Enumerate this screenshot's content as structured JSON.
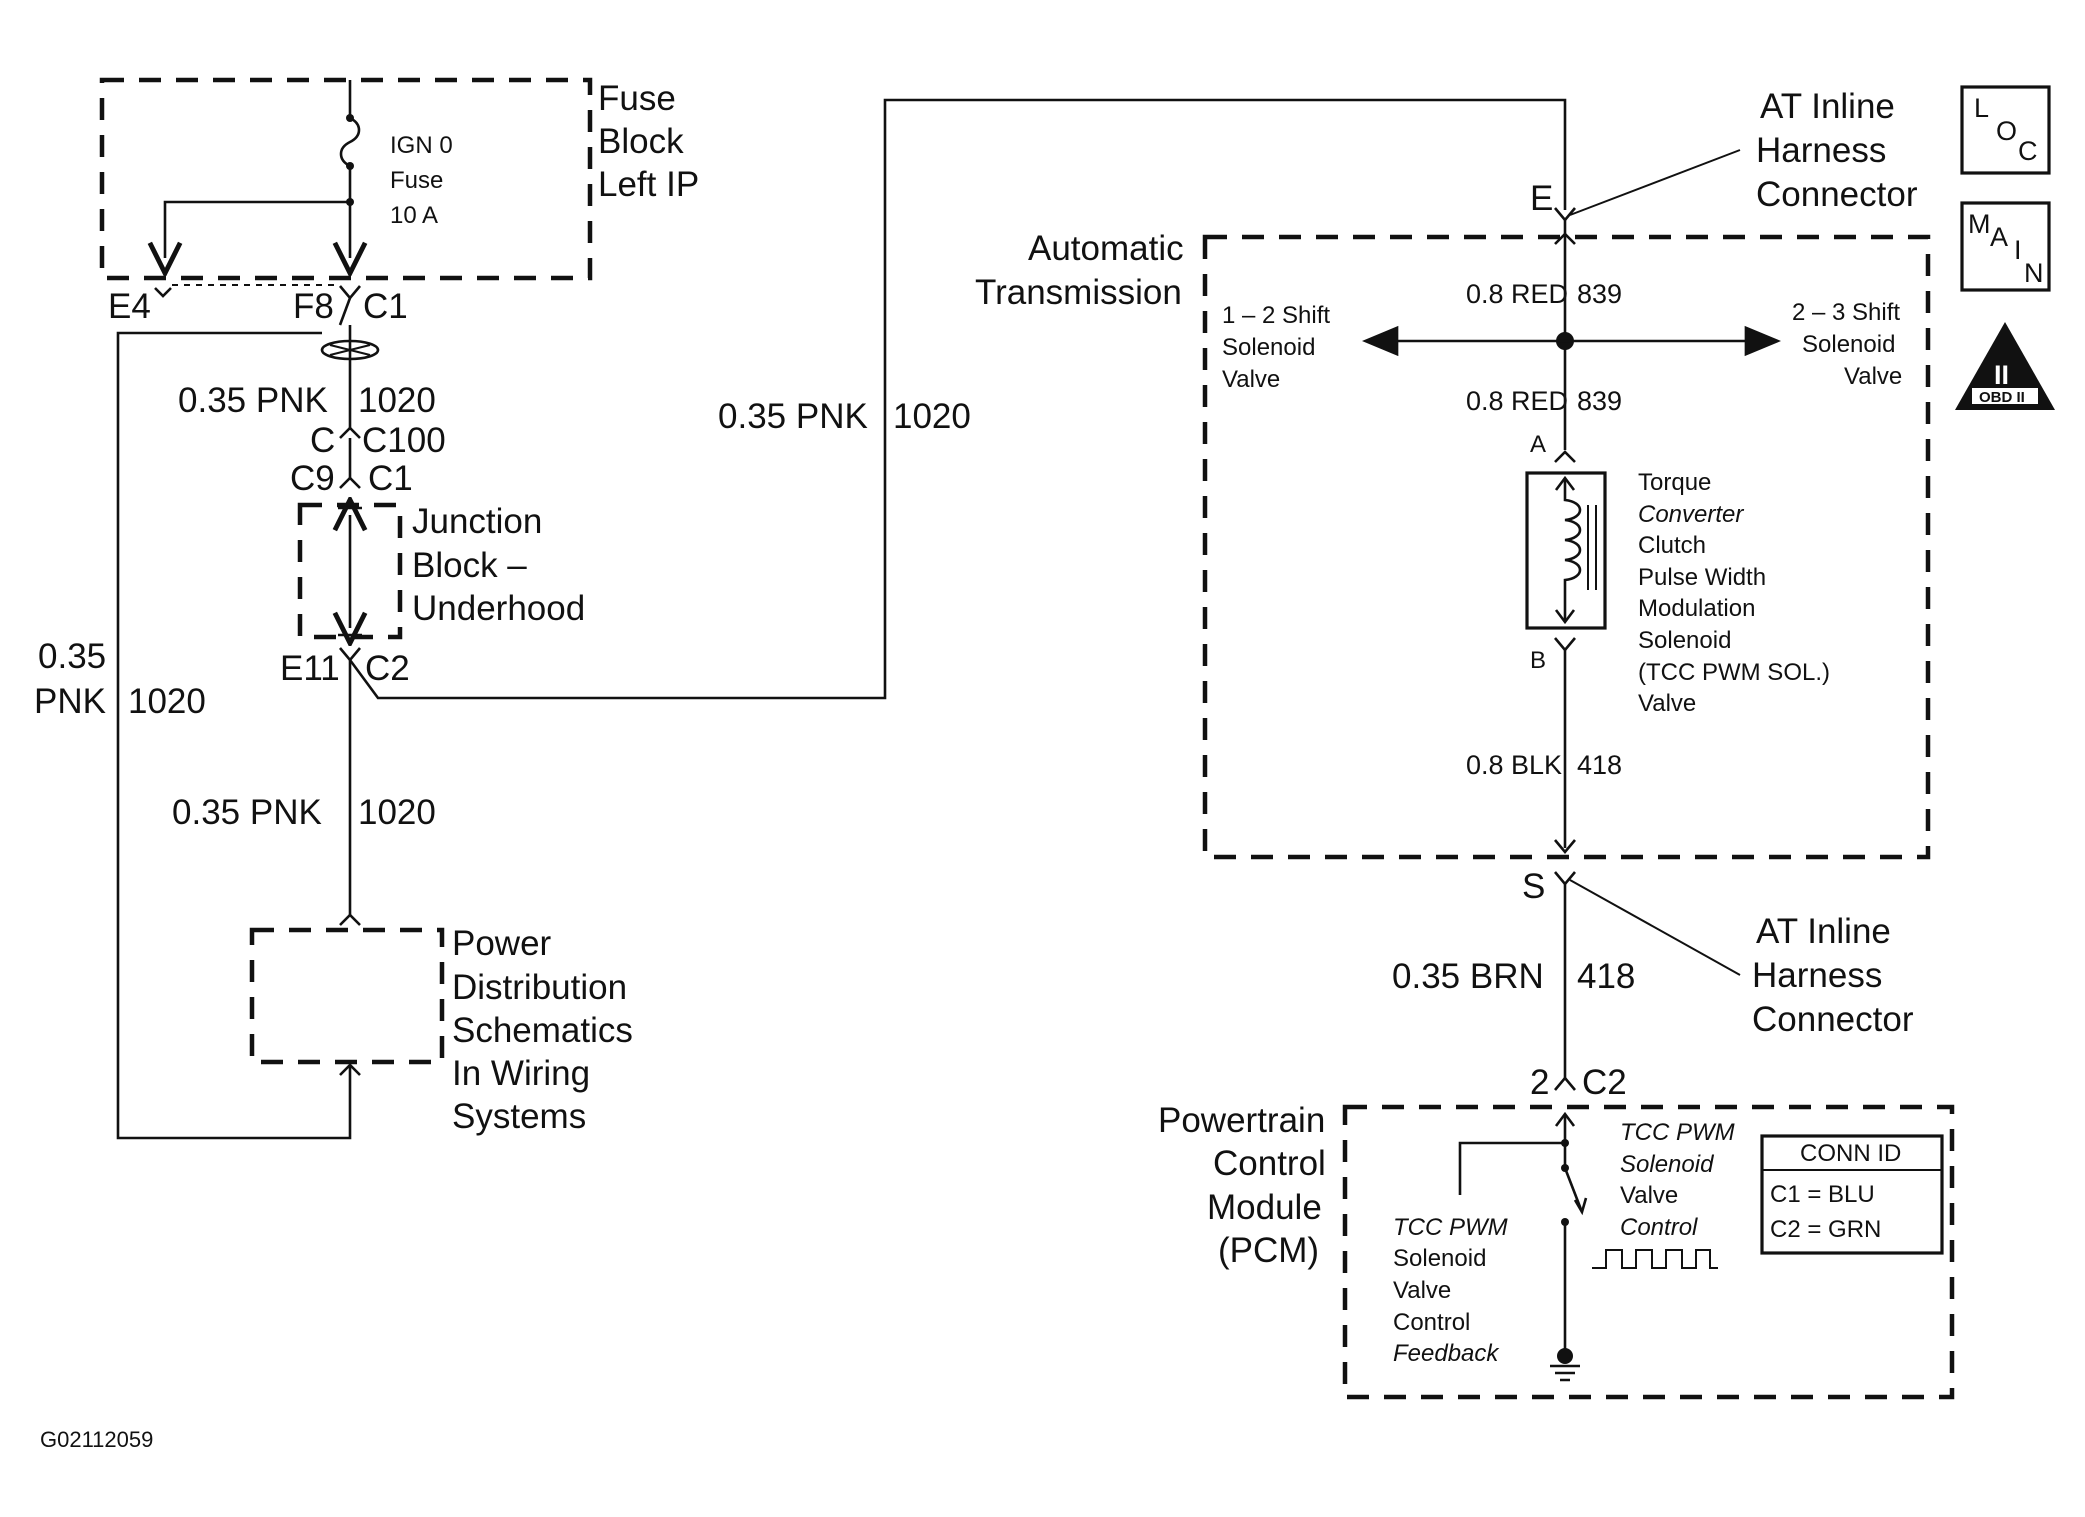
{
  "fuse_block": {
    "title_lines": [
      "Fuse",
      "Block",
      "Left IP"
    ],
    "fuse_lines": [
      "IGN 0",
      "Fuse",
      "10 A"
    ],
    "left_terminal": "E4",
    "right_terminal": "F8",
    "connector": "C1"
  },
  "wires": {
    "pnk_size": "0.35 PNK",
    "pnk_circuit": "1020",
    "left_loop_size_line1": "0.35",
    "left_loop_size_line2": "PNK",
    "red_size": "0.8 RED",
    "red_circuit": "839",
    "blk_size": "0.8 BLK",
    "blk_circuit": "418",
    "brn_size": "0.35 BRN",
    "brn_circuit": "418"
  },
  "c100": {
    "pin": "C",
    "connector": "C100"
  },
  "junction_block": {
    "title_lines": [
      "Junction",
      "Block –",
      "Underhood"
    ],
    "top_pin": "C9",
    "top_connector": "C1",
    "bottom_pin": "E11",
    "bottom_connector": "C2"
  },
  "power_distribution": {
    "lines": [
      "Power",
      "Distribution",
      "Schematics",
      "In Wiring",
      "Systems"
    ]
  },
  "transmission": {
    "title_lines": [
      "Automatic",
      "Transmission"
    ],
    "harness_top_lines": [
      "AT Inline",
      "Harness",
      "Connector"
    ],
    "harness_top_pin": "E",
    "harness_bottom_lines": [
      "AT Inline",
      "Harness",
      "Connector"
    ],
    "harness_bottom_pin": "S",
    "shift_12_lines": [
      "1 – 2 Shift",
      "Solenoid",
      "Valve"
    ],
    "shift_23_lines": [
      "2 – 3 Shift",
      "Solenoid",
      "Valve"
    ],
    "pin_a": "A",
    "pin_b": "B",
    "tcc_lines": [
      "Torque",
      "Converter",
      "Clutch",
      "Pulse Width",
      "Modulation",
      "Solenoid",
      "(TCC PWM SOL.)",
      "Valve"
    ]
  },
  "pcm": {
    "title_lines": [
      "Powertrain",
      "Control",
      "Module",
      "(PCM)"
    ],
    "pin": "2",
    "connector": "C2",
    "control_lines": [
      "TCC PWM",
      "Solenoid",
      "Valve",
      "Control"
    ],
    "feedback_lines": [
      "TCC PWM",
      "Solenoid",
      "Valve",
      "Control",
      "Feedback"
    ],
    "conn_id_title": "CONN ID",
    "conn_id_rows": [
      "C1 = BLU",
      "C2 = GRN"
    ]
  },
  "symbols": {
    "loc_letters": [
      "L",
      "O",
      "C"
    ],
    "main_letters": [
      "M",
      "A",
      "I",
      "N"
    ],
    "obd_label": "OBD II",
    "obd_numeral": "II"
  },
  "figure_id": "G02112059"
}
